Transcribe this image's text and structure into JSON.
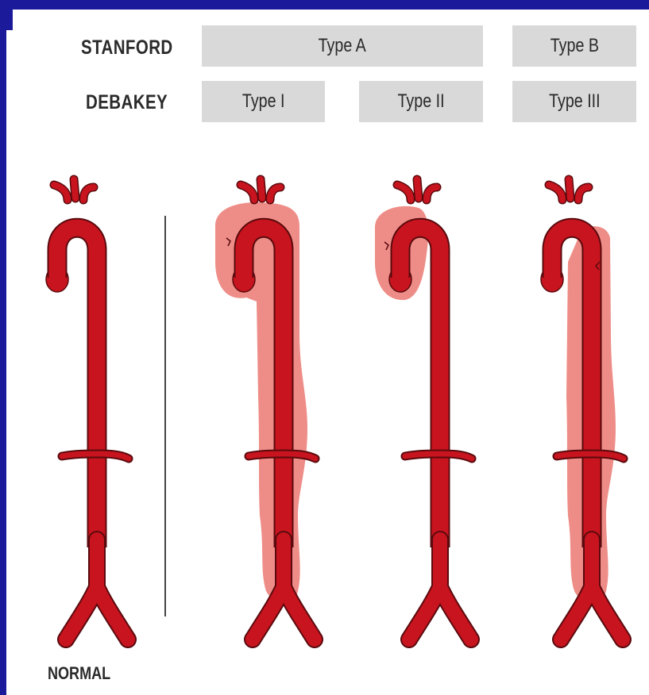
{
  "classification": {
    "stanford": {
      "label": "STANFORD",
      "type_a": "Type A",
      "type_b": "Type B"
    },
    "debakey": {
      "label": "DEBAKEY",
      "type_1": "Type I",
      "type_2": "Type II",
      "type_3": "Type III"
    }
  },
  "normal_label": "NORMAL",
  "colors": {
    "background": "#1a1a9a",
    "aorta": "#c8141e",
    "aorta_outline": "#5a0a0e",
    "dissection": "#ee8d87",
    "label_box": "#d9d9d9"
  },
  "aortas": [
    {
      "name": "normal",
      "dissection": "none"
    },
    {
      "name": "debakey-type-1",
      "dissection": "ascending-and-descending"
    },
    {
      "name": "debakey-type-2",
      "dissection": "ascending-only"
    },
    {
      "name": "debakey-type-3",
      "dissection": "descending-only"
    }
  ]
}
